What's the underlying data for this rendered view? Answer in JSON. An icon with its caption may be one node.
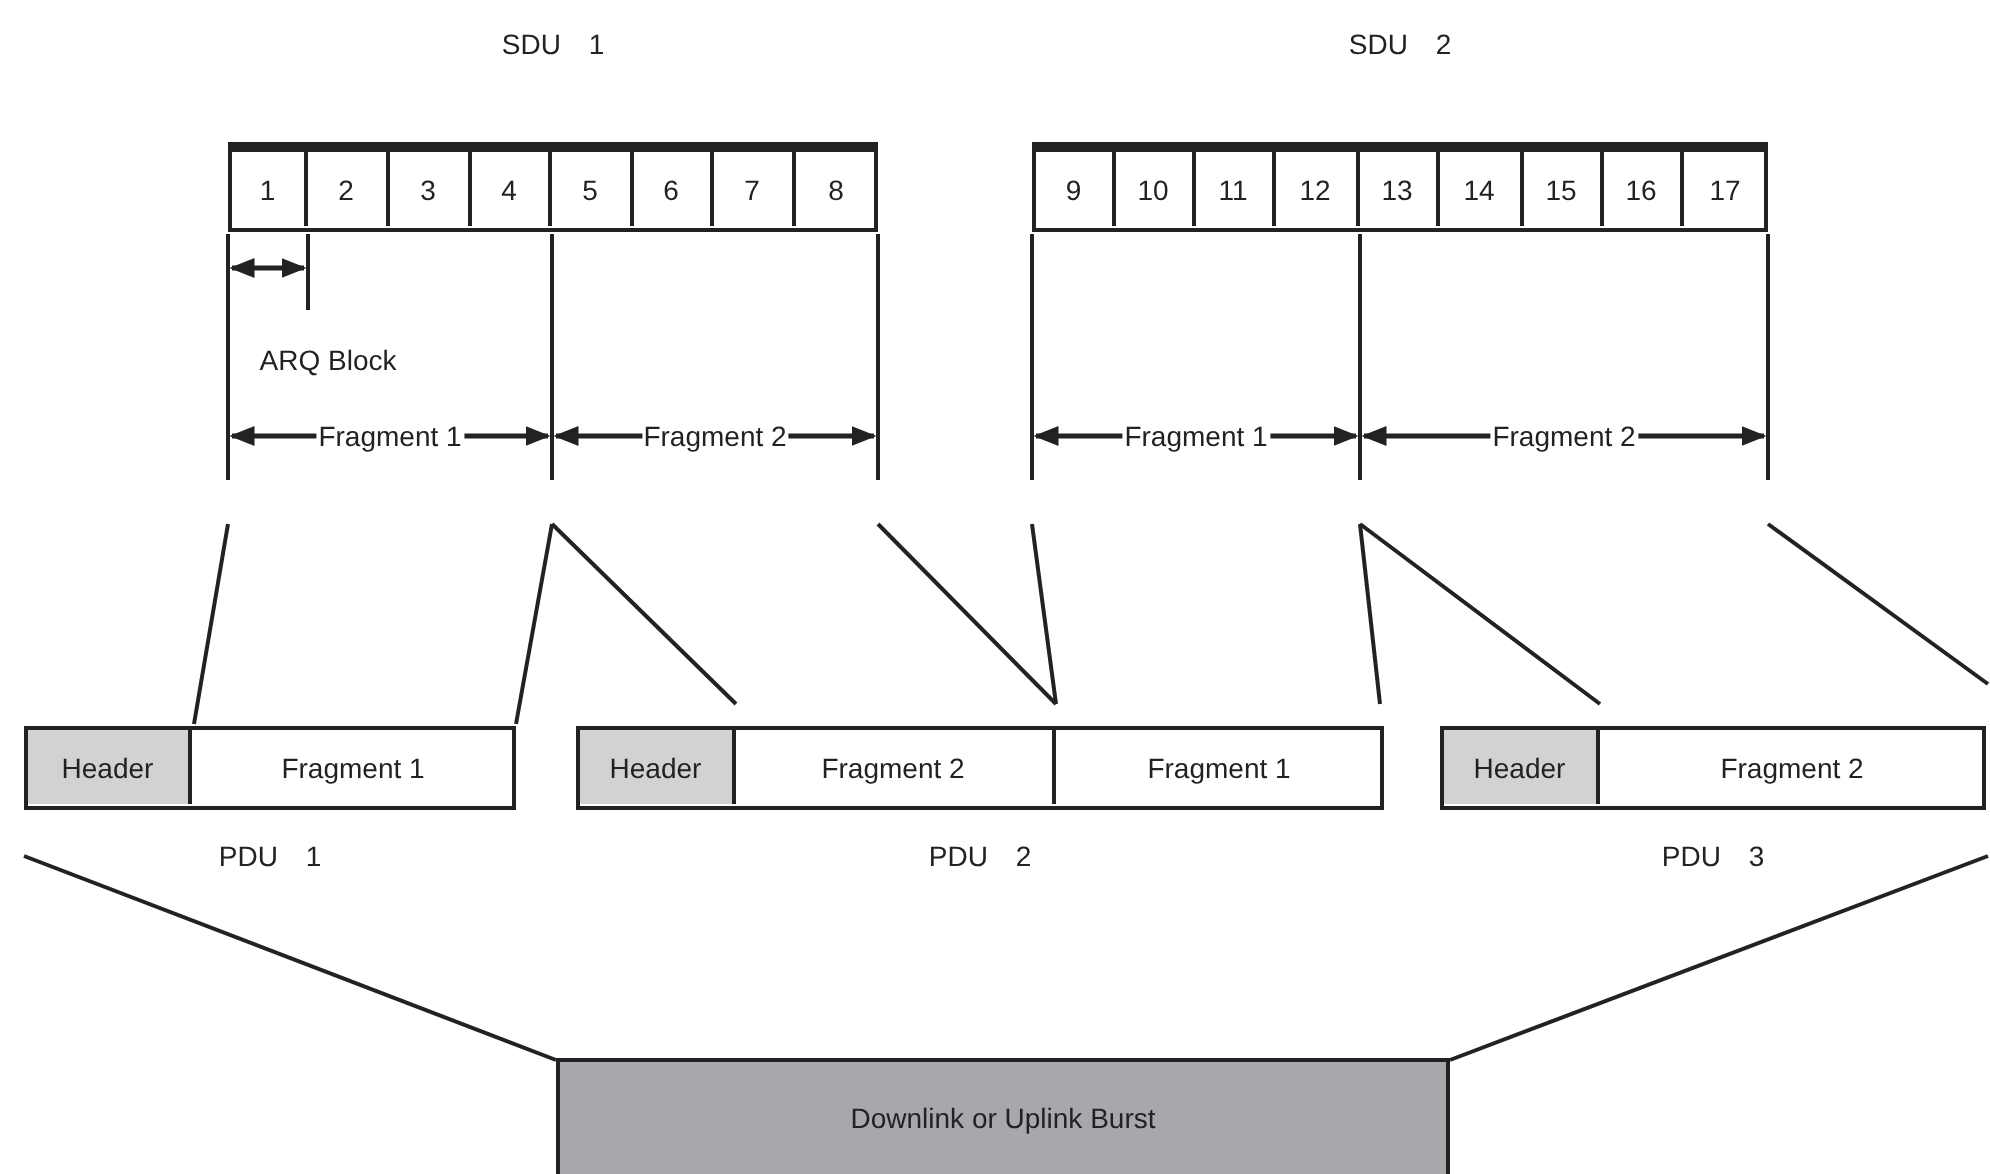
{
  "diagram": {
    "nodes": [
      {
        "text": [
          "SDU 1"
        ]
      },
      {
        "text": [
          "1"
        ],
        "in": 0
      },
      {
        "text": [
          "2"
        ],
        "in": 0
      },
      {
        "text": [
          "3"
        ],
        "in": 0
      },
      {
        "text": [
          "4"
        ],
        "in": 0
      },
      {
        "text": [
          "5"
        ],
        "in": 0
      },
      {
        "text": [
          "6"
        ],
        "in": 0
      },
      {
        "text": [
          "7"
        ],
        "in": 0
      },
      {
        "text": [
          "8"
        ],
        "in": 0
      },
      {
        "text": [
          "SDU 2"
        ]
      },
      {
        "text": [
          "9"
        ],
        "in": 9
      },
      {
        "text": [
          "10"
        ],
        "in": 9
      },
      {
        "text": [
          "11"
        ],
        "in": 9
      },
      {
        "text": [
          "12"
        ],
        "in": 9
      },
      {
        "text": [
          "13"
        ],
        "in": 9
      },
      {
        "text": [
          "14"
        ],
        "in": 9
      },
      {
        "text": [
          "15"
        ],
        "in": 9
      },
      {
        "text": [
          "16"
        ],
        "in": 9
      },
      {
        "text": [
          "17"
        ],
        "in": 9
      },
      {
        "text": [
          "PDU 1"
        ]
      },
      {
        "text": [
          "Header"
        ],
        "in": 19
      },
      {
        "text": [
          "Fragment 1"
        ],
        "in": 19
      },
      {
        "text": [
          "PDU 2"
        ]
      },
      {
        "text": [
          "Header"
        ],
        "in": 22
      },
      {
        "text": [
          "Fragment 2"
        ],
        "in": 22
      },
      {
        "text": [
          "Fragment 1"
        ],
        "in": 22
      },
      {
        "text": [
          "PDU 3"
        ]
      },
      {
        "text": [
          "Header"
        ],
        "in": 26
      },
      {
        "text": [
          "Fragment 2"
        ],
        "in": 26
      },
      {
        "text": [
          "Downlink or Uplink Burst"
        ]
      }
    ],
    "labels": [
      "ARQ Block",
      "Fragment 1",
      "Fragment 2",
      "Fragment 1",
      "Fragment 2"
    ]
  }
}
